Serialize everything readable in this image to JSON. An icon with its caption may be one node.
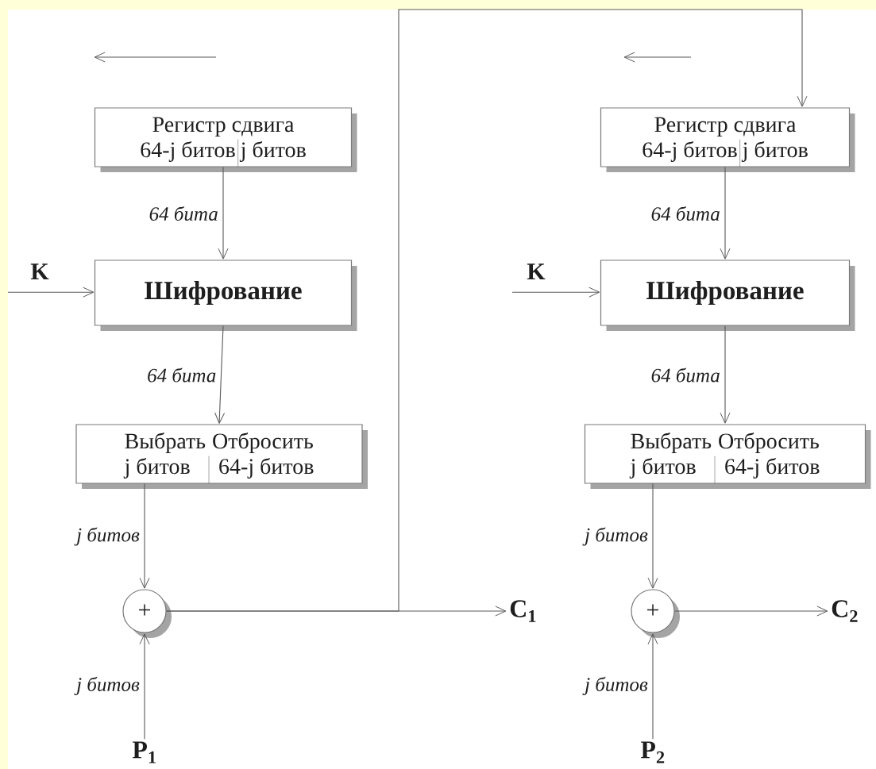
{
  "diagram": {
    "nodes": [
      {
        "text": [
          "Регистр сдвига",
          "64-j битов",
          "j битов"
        ]
      },
      {
        "text": [
          "Шифрование"
        ]
      },
      {
        "text": [
          "Выбрать",
          "Отбросить",
          "j битов",
          "64-j битов"
        ]
      },
      {
        "text": [
          "+"
        ]
      },
      {
        "text": [
          "K"
        ]
      },
      {
        "text": [
          "P$_{1}$"
        ]
      },
      {
        "text": [
          "C$_{1}$"
        ]
      },
      {
        "text": [
          "Регистр сдвига",
          "64-j битов",
          "j битов"
        ]
      },
      {
        "text": [
          "Шифрование"
        ]
      },
      {
        "text": [
          "Выбрать",
          "Отбросить",
          "j битов",
          "64-j битов"
        ]
      },
      {
        "text": [
          "+"
        ]
      },
      {
        "text": [
          "K"
        ]
      },
      {
        "text": [
          "P$_{2}$"
        ]
      },
      {
        "text": [
          "C$_{2}$"
        ]
      }
    ],
    "edges": [
      {
        "from": 0,
        "to": 1,
        "arrow": "to",
        "label": "64 бита"
      },
      {
        "from": 1,
        "to": 2,
        "arrow": "to",
        "label": "64 бита"
      },
      {
        "from": 2,
        "to": 3,
        "arrow": "to",
        "label": "j битов"
      },
      {
        "from": 4,
        "to": 1,
        "arrow": "to"
      },
      {
        "from": 5,
        "to": 3,
        "arrow": "to",
        "label": "j битов"
      },
      {
        "from": 3,
        "to": 6,
        "arrow": "to"
      },
      {
        "from": 3,
        "to": 7,
        "arrow": "to"
      },
      {
        "from": 7,
        "to": 8,
        "arrow": "to",
        "label": "64 бита"
      },
      {
        "from": 8,
        "to": 9,
        "arrow": "to",
        "label": "64 бита"
      },
      {
        "from": 9,
        "to": 10,
        "arrow": "to",
        "label": "j битов"
      },
      {
        "from": 11,
        "to": 8,
        "arrow": "to"
      },
      {
        "from": 12,
        "to": 10,
        "arrow": "to",
        "label": "j битов"
      },
      {
        "from": 10,
        "to": 13,
        "arrow": "to"
      }
    ]
  }
}
